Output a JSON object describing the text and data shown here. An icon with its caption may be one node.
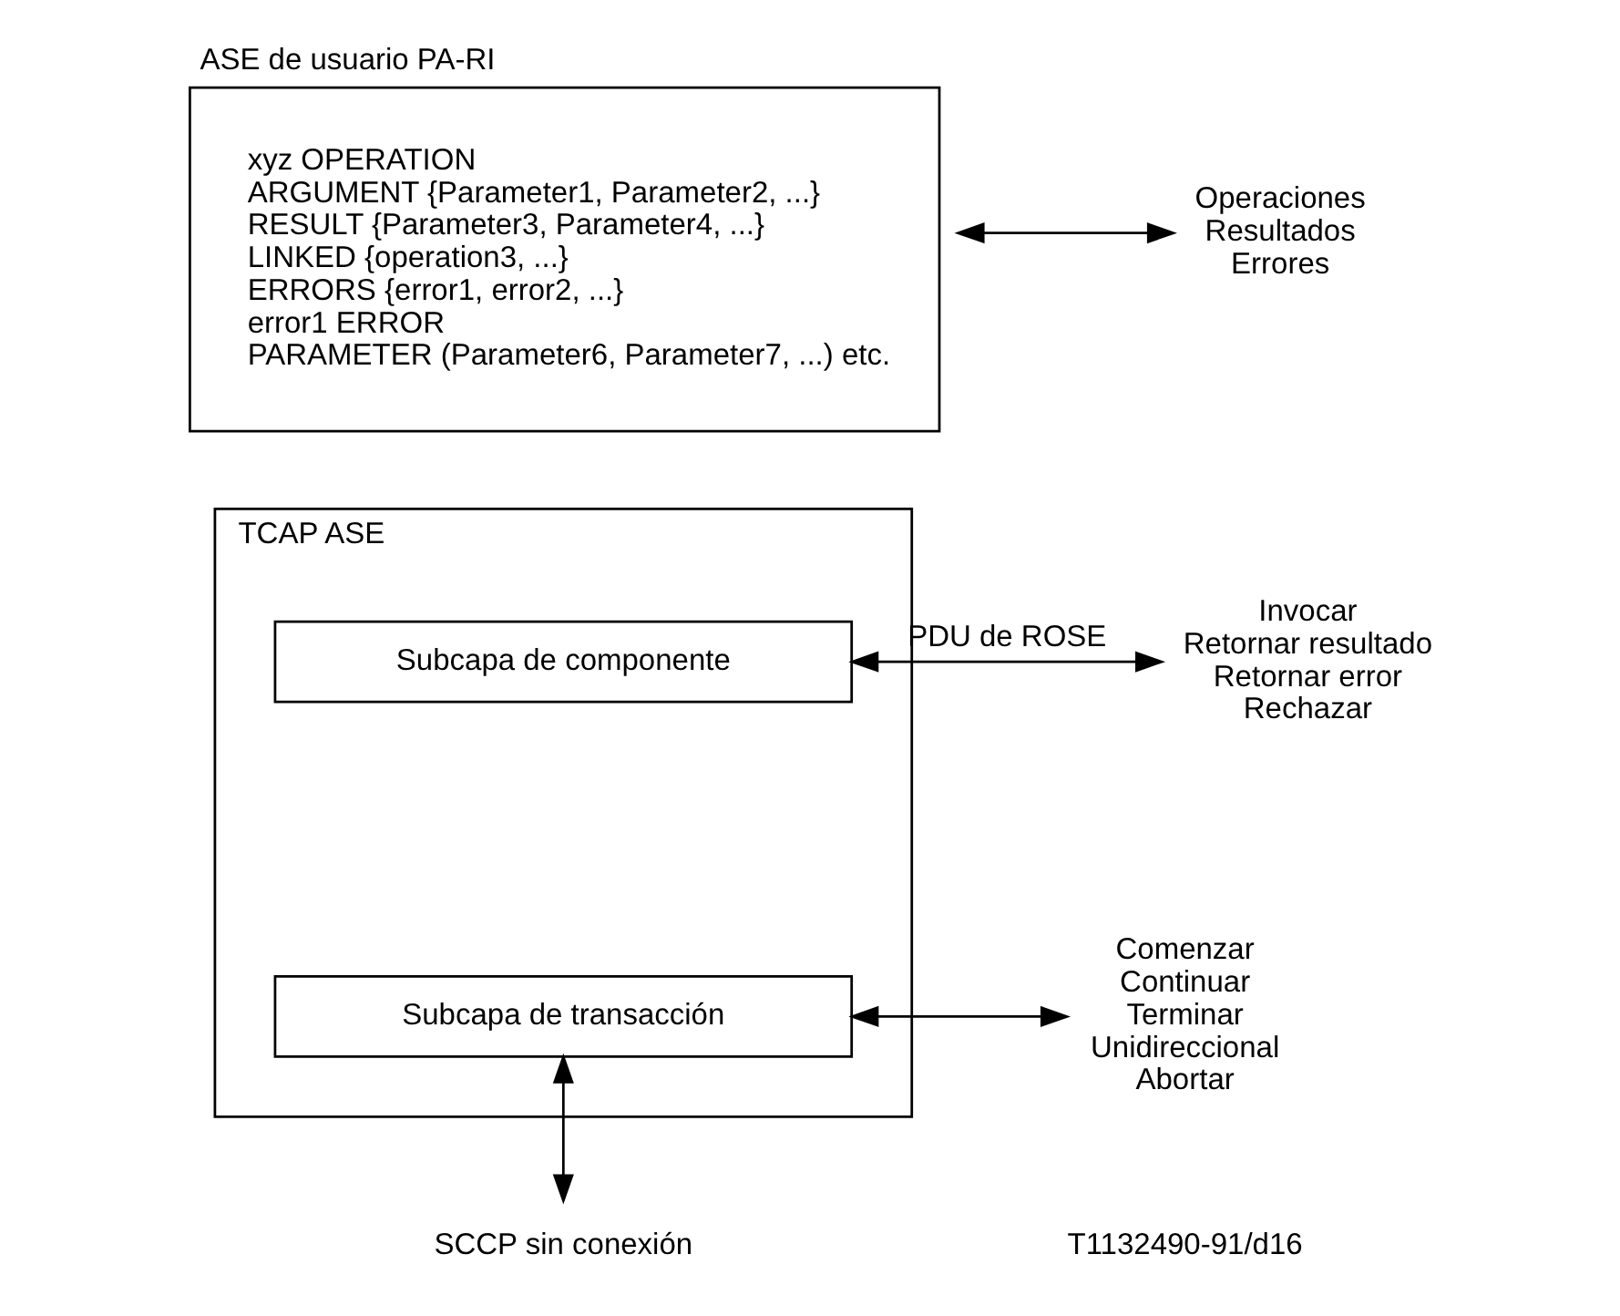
{
  "diagram": {
    "nodes": [
      {
        "text": [
          "ASE de usuario PA-RI",
          "xyz OPERATION",
          "ARGUMENT {Parameter1, Parameter2, ...}",
          "RESULT {Parameter3, Parameter4, ...}",
          "LINKED {operation3, ...}",
          "ERRORS {error1, error2, ...}",
          "error1 ERROR",
          "PARAMETER (Parameter6, Parameter7, ...) etc."
        ]
      },
      {
        "text": [
          "Operaciones",
          "Resultados",
          "Errores"
        ]
      },
      {
        "text": [
          "TCAP ASE"
        ]
      },
      {
        "text": [
          "Subcapa de componente"
        ],
        "in": 2
      },
      {
        "text": [
          "Subcapa de transacción"
        ],
        "in": 2
      },
      {
        "text": [
          "Invocar",
          "Retornar resultado",
          "Retornar error",
          "Rechazar"
        ]
      },
      {
        "text": [
          "Comenzar",
          "Continuar",
          "Terminar",
          "Unidireccional",
          "Abortar"
        ]
      },
      {
        "text": [
          "SCCP sin conexión"
        ]
      }
    ],
    "edges": [
      {
        "from": 0,
        "to": 1,
        "arrow": "both"
      },
      {
        "from": 3,
        "to": 5,
        "arrow": "both",
        "label": "PDU de ROSE"
      },
      {
        "from": 4,
        "to": 6,
        "arrow": "both"
      },
      {
        "from": 4,
        "to": 7,
        "arrow": "both"
      }
    ],
    "labels": [
      "T1132490-91/d16"
    ]
  }
}
